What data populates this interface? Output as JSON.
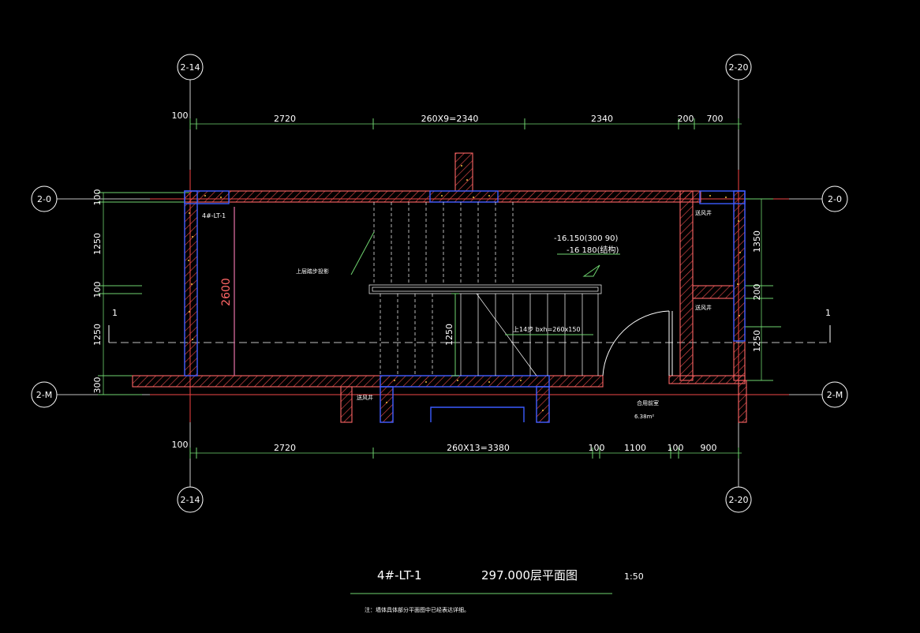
{
  "grid_bubbles": {
    "top_left": "2-14",
    "top_right": "2-20",
    "bottom_left": "2-14",
    "bottom_right": "2-20",
    "row_top_left": "2-0",
    "row_top_right": "2-0",
    "row_bottom_left": "2-M",
    "row_bottom_right": "2-M"
  },
  "section_marks": {
    "left": "1",
    "right": "1"
  },
  "top_dims": {
    "edge": "100",
    "d1": "2720",
    "d2": "260X9=2340",
    "d3": "2340",
    "d4": "200",
    "d5": "700"
  },
  "bottom_dims": {
    "edge": "100",
    "d1": "2720",
    "d2": "260X13=3380",
    "d3": "100",
    "d4": "1100",
    "d5": "100",
    "d6": "900"
  },
  "left_dims": {
    "top": "100",
    "d1": "1250",
    "d2": "100",
    "d3": "1250",
    "d4": "300"
  },
  "right_dims": {
    "d1": "1350",
    "d2": "200",
    "d3": "1250"
  },
  "inner_dims": {
    "room_height": "2600",
    "stair_run": "1250"
  },
  "labels": {
    "room_tag": "4#-LT-1",
    "stair_note": "上层踏步投影",
    "level_1": "-16.150(300 90)",
    "level_2": "-16 180(结构)",
    "stair_dir": "上14步 bxh=260x150",
    "shaft_1": "送风井",
    "shaft_2": "送风井",
    "shaft_3": "送风井",
    "room_name": "合用前室",
    "room_area": "6.38m²"
  },
  "title": {
    "code": "4#-LT-1",
    "name": "297.000层平面图",
    "scale": "1:50",
    "note": "注：墙体具体部分平面图中已经表达详细。"
  },
  "colors": {
    "wall": "#ff6666",
    "hatch": "#e04848",
    "blue": "#3b5bff",
    "grid": "#ffffff",
    "dim": "#6fd46f",
    "axis_red": "#ff2020",
    "yellow": "#f0c040"
  }
}
